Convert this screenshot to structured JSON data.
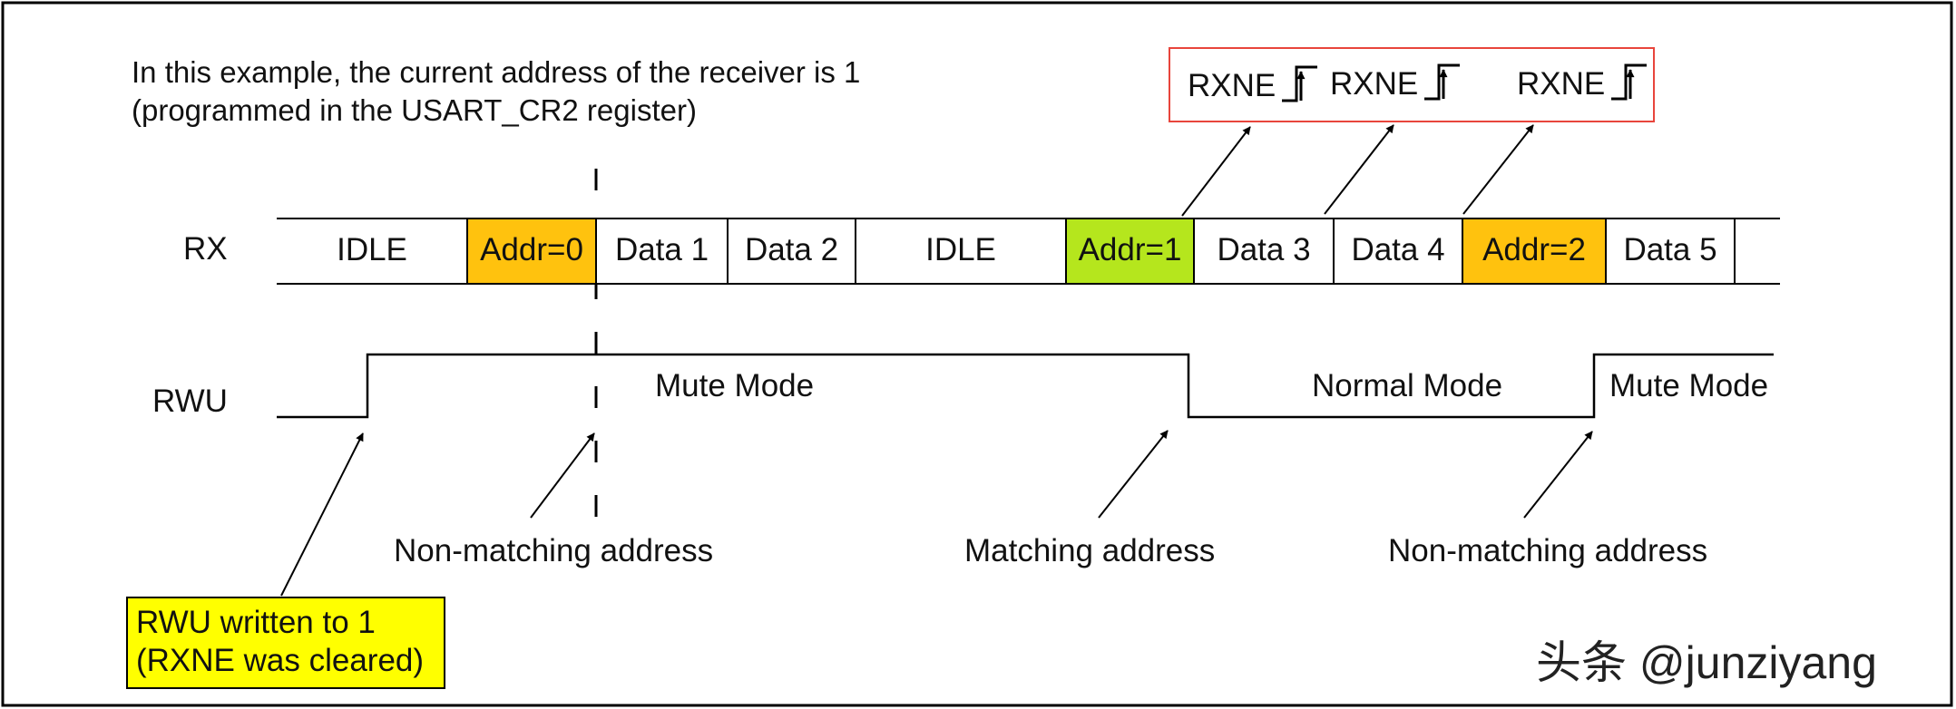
{
  "note": {
    "line1": "In this example, the current address of the receiver is 1",
    "line2": "(programmed in the USART_CR2 register)"
  },
  "rx": {
    "label": "RX",
    "cells": [
      {
        "text": "IDLE",
        "fill": "#ffffff"
      },
      {
        "text": "Addr=0",
        "fill": "#ffc20e"
      },
      {
        "text": "Data 1",
        "fill": "#ffffff"
      },
      {
        "text": "Data 2",
        "fill": "#ffffff"
      },
      {
        "text": "IDLE",
        "fill": "#ffffff"
      },
      {
        "text": "Addr=1",
        "fill": "#b5e61d"
      },
      {
        "text": "Data 3",
        "fill": "#ffffff"
      },
      {
        "text": "Data 4",
        "fill": "#ffffff"
      },
      {
        "text": "Addr=2",
        "fill": "#ffc20e"
      },
      {
        "text": "Data 5",
        "fill": "#ffffff"
      }
    ]
  },
  "rwu": {
    "label": "RWU",
    "modes": [
      "Mute Mode",
      "Normal Mode",
      "Mute Mode"
    ]
  },
  "rxne": {
    "labels": [
      "RXNE",
      "RXNE",
      "RXNE"
    ],
    "box_color": "#e8453c"
  },
  "annotations": {
    "non_matching_1": "Non-matching address",
    "matching": "Matching address",
    "non_matching_2": "Non-matching address"
  },
  "callout": {
    "line1": "RWU written to 1",
    "line2": "(RXNE was cleared)",
    "fill": "#ffff00"
  },
  "watermark": "头条 @junziyang"
}
